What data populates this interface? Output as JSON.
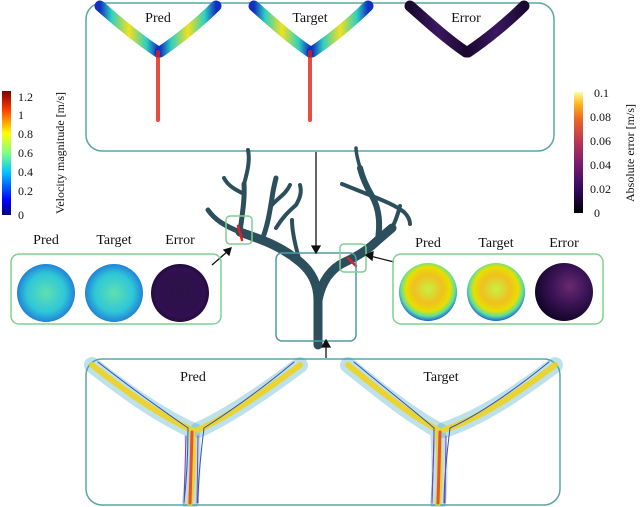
{
  "top_panel": {
    "labels": [
      "Pred",
      "Target",
      "Error"
    ]
  },
  "left_panel": {
    "labels": [
      "Pred",
      "Target",
      "Error"
    ]
  },
  "right_panel": {
    "labels": [
      "Pred",
      "Target",
      "Error"
    ]
  },
  "bottom_panel": {
    "labels": [
      "Pred",
      "Target"
    ]
  },
  "colorbar_velocity": {
    "label": "Velocity magnitude [m/s]",
    "ticks": [
      "0",
      "0.2",
      "0.4",
      "0.6",
      "0.8",
      "1",
      "1.2"
    ],
    "range": [
      0,
      1.3
    ],
    "colormap": "jet",
    "colors": [
      "#00007f",
      "#0000ff",
      "#007fff",
      "#00ffff",
      "#7fff7f",
      "#ffff00",
      "#ff7f00",
      "#ff0000",
      "#7f0000"
    ]
  },
  "colorbar_error": {
    "label": "Absolute error [m/s]",
    "ticks": [
      "0",
      "0.02",
      "0.04",
      "0.06",
      "0.08",
      "0.1"
    ],
    "range": [
      0,
      0.1
    ],
    "colormap": "inferno",
    "colors": [
      "#000004",
      "#320a5e",
      "#781c6d",
      "#bc3754",
      "#ed6925",
      "#fbb61a",
      "#fcffa4"
    ]
  },
  "colors": {
    "frame": "#5aa6a0",
    "frame_light": "#7fd08f",
    "vessel": "#2b4f5c"
  }
}
